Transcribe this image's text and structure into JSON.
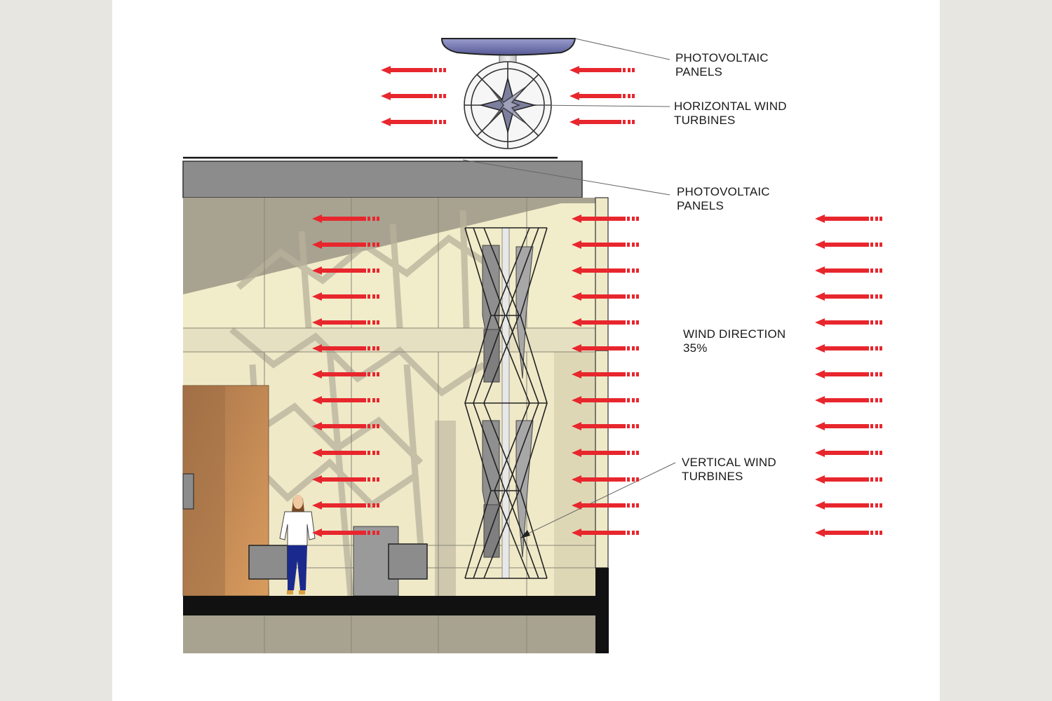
{
  "labels": {
    "pv_top": {
      "line1": "PHOTOVOLTAIC",
      "line2": "PANELS"
    },
    "horizontal_turbines": {
      "line1": "HORIZONTAL WIND",
      "line2": "TURBINES"
    },
    "pv_roof": {
      "line1": "PHOTOVOLTAIC",
      "line2": "PANELS"
    },
    "wind_direction": {
      "line1": "WIND DIRECTION",
      "line2": "35%"
    },
    "vertical_turbines": {
      "line1": "VERTICAL WIND",
      "line2": "TURBINES"
    }
  },
  "colors": {
    "arrow": "#e8262d",
    "pv_panel": "#6b6fa8",
    "roof": "#8c8c8c",
    "wall_light": "#f1ecc9",
    "wall_shade": "#a8a290",
    "door": "#b98855",
    "floor_slab": "#111111",
    "person_shirt": "#ffffff",
    "person_pants": "#1a2a8c"
  }
}
